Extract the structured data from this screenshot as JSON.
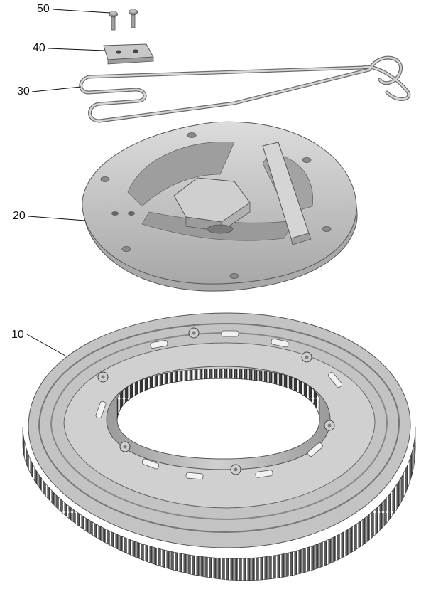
{
  "callouts": [
    {
      "id": "50",
      "label": "50"
    },
    {
      "id": "40",
      "label": "40"
    },
    {
      "id": "30",
      "label": "30"
    },
    {
      "id": "20",
      "label": "20"
    },
    {
      "id": "10",
      "label": "10"
    }
  ],
  "colors": {
    "part_light": "#d6d6d6",
    "part_mid": "#bdbdbd",
    "part_dark": "#8f8f8f",
    "bristle": "#3a3a3a",
    "outline": "#555555",
    "leader": "#111111"
  }
}
